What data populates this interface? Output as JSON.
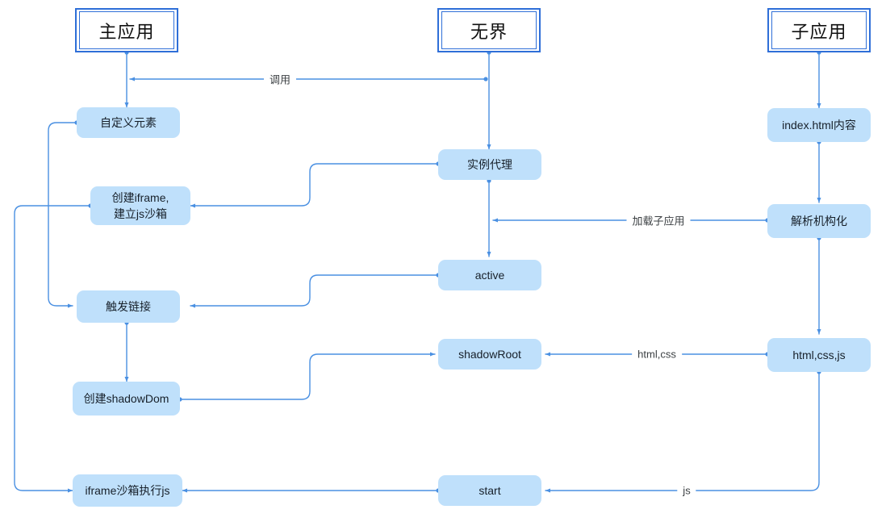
{
  "diagram": {
    "type": "flowchart",
    "accent": "#4a90e2",
    "node_fill": "#bfe0fb",
    "title_border": "#2f6fd8",
    "columns": [
      {
        "id": "main-app",
        "title": "主应用"
      },
      {
        "id": "wujie",
        "title": "无界"
      },
      {
        "id": "sub-app",
        "title": "子应用"
      }
    ],
    "nodes": [
      {
        "id": "main-app-title",
        "label": "主应用",
        "col": "main-app"
      },
      {
        "id": "wujie-title",
        "label": "无界",
        "col": "wujie"
      },
      {
        "id": "sub-app-title",
        "label": "子应用",
        "col": "sub-app"
      },
      {
        "id": "custom-element",
        "label": "自定义元素",
        "col": "main-app"
      },
      {
        "id": "create-iframe",
        "label": "创建iframe,",
        "label2": "建立js沙箱",
        "col": "main-app"
      },
      {
        "id": "trigger-link",
        "label": "触发链接",
        "col": "main-app"
      },
      {
        "id": "create-shadowdom",
        "label": "创建shadowDom",
        "col": "main-app"
      },
      {
        "id": "iframe-exec-js",
        "label": "iframe沙箱执行js",
        "col": "main-app"
      },
      {
        "id": "instance-proxy",
        "label": "实例代理",
        "col": "wujie"
      },
      {
        "id": "active",
        "label": "active",
        "col": "wujie"
      },
      {
        "id": "shadowroot",
        "label": "shadowRoot",
        "col": "wujie"
      },
      {
        "id": "start",
        "label": "start",
        "col": "wujie"
      },
      {
        "id": "index-html",
        "label": "index.html内容",
        "col": "sub-app"
      },
      {
        "id": "parse-struct",
        "label": "解析机构化",
        "col": "sub-app"
      },
      {
        "id": "html-css-js",
        "label": "html,css,js",
        "col": "sub-app"
      }
    ],
    "edge_labels": [
      {
        "id": "call",
        "text": "调用"
      },
      {
        "id": "load-sub-app",
        "text": "加载子应用"
      },
      {
        "id": "html-css",
        "text": "html,css"
      },
      {
        "id": "js",
        "text": "js"
      }
    ],
    "edges": [
      {
        "from": "wujie-title",
        "to": "main-app-title",
        "label": "调用"
      },
      {
        "from": "main-app-title",
        "to": "custom-element",
        "label": ""
      },
      {
        "from": "wujie-title",
        "to": "instance-proxy",
        "label": ""
      },
      {
        "from": "sub-app-title",
        "to": "index-html",
        "label": ""
      },
      {
        "from": "index-html",
        "to": "parse-struct",
        "label": ""
      },
      {
        "from": "parse-struct",
        "to": "wujie-column",
        "label": "加载子应用"
      },
      {
        "from": "instance-proxy",
        "to": "create-iframe",
        "label": ""
      },
      {
        "from": "instance-proxy",
        "to": "active",
        "label": ""
      },
      {
        "from": "active",
        "to": "trigger-link",
        "label": ""
      },
      {
        "from": "custom-element",
        "to": "trigger-link",
        "label": ""
      },
      {
        "from": "create-iframe",
        "to": "iframe-exec-js",
        "label": ""
      },
      {
        "from": "trigger-link",
        "to": "create-shadowdom",
        "label": ""
      },
      {
        "from": "create-shadowdom",
        "to": "shadowroot",
        "label": ""
      },
      {
        "from": "html-css-js",
        "to": "shadowroot",
        "label": "html,css"
      },
      {
        "from": "parse-struct",
        "to": "html-css-js",
        "label": ""
      },
      {
        "from": "html-css-js",
        "to": "start",
        "label": "js"
      },
      {
        "from": "start",
        "to": "iframe-exec-js",
        "label": ""
      }
    ]
  }
}
